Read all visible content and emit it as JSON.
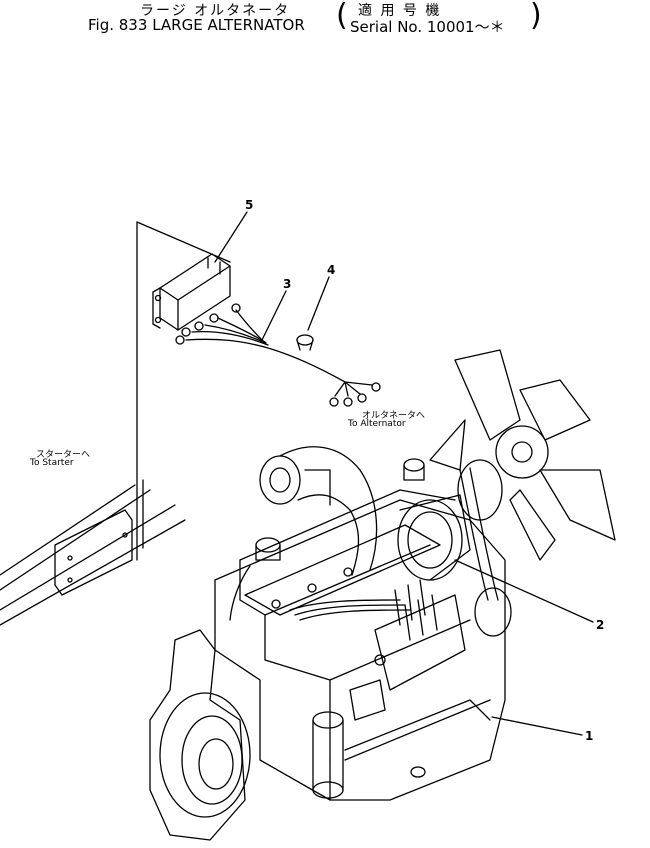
{
  "header": {
    "title_jp": "ラージ オルタネータ",
    "applicable_jp": "適 用 号 機",
    "fig_label": "Fig. 833",
    "title_en": "LARGE ALTERNATOR",
    "serial": "Serial No. 10001～＊"
  },
  "annotations": {
    "to_alternator_jp": "オルタネータへ",
    "to_alternator_en": "To Alternator",
    "to_starter_jp": "スターターへ",
    "to_starter_en": "To Starter"
  },
  "callouts": {
    "c1": "1",
    "c2": "2",
    "c3": "3",
    "c4": "4",
    "c5": "5"
  }
}
